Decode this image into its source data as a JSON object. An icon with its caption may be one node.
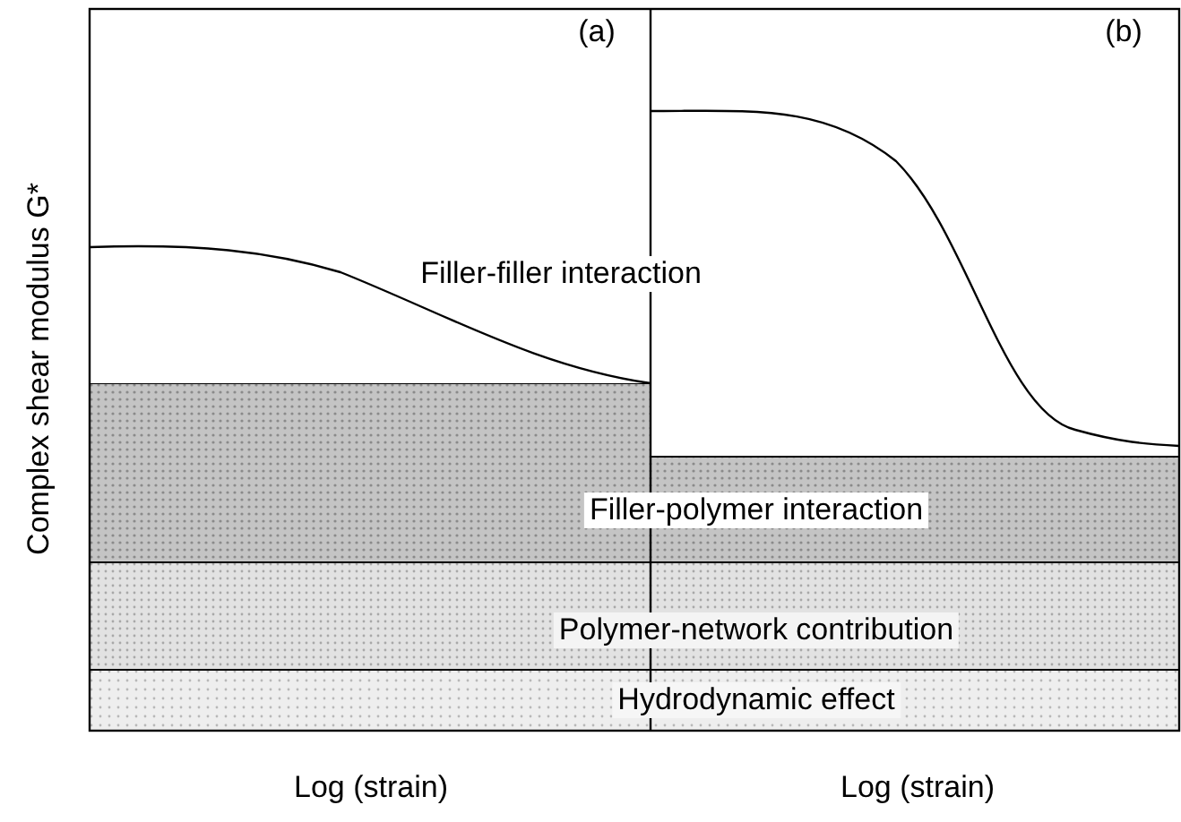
{
  "diagram": {
    "nodes": [
      {
        "text": [
          "Filler-polymer interaction"
        ]
      },
      {
        "text": [
          "Polymer-network contribution"
        ]
      },
      {
        "text": [
          "Hydrodynamic effect"
        ]
      }
    ],
    "labels": [
      "(a)",
      "(b)",
      "Filler-filler interaction",
      "Complex shear modulus G*",
      "Log (strain)",
      "Log (strain)"
    ]
  }
}
